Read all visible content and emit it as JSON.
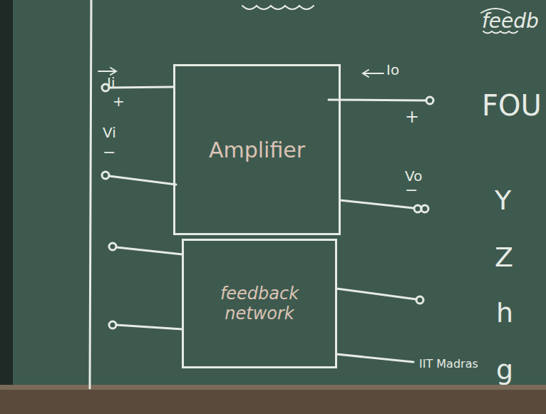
{
  "diagram": {
    "nodes": [
      {
        "text": [
          "Amplifier"
        ]
      },
      {
        "text": [
          "feedback network"
        ]
      }
    ],
    "labels": [
      "Ii",
      "+",
      "Vi",
      "−",
      "Io",
      "+",
      "Vo",
      "−",
      "feedb",
      "FOU",
      "Y",
      "Z",
      "h",
      "g",
      "IIT Madras"
    ]
  }
}
